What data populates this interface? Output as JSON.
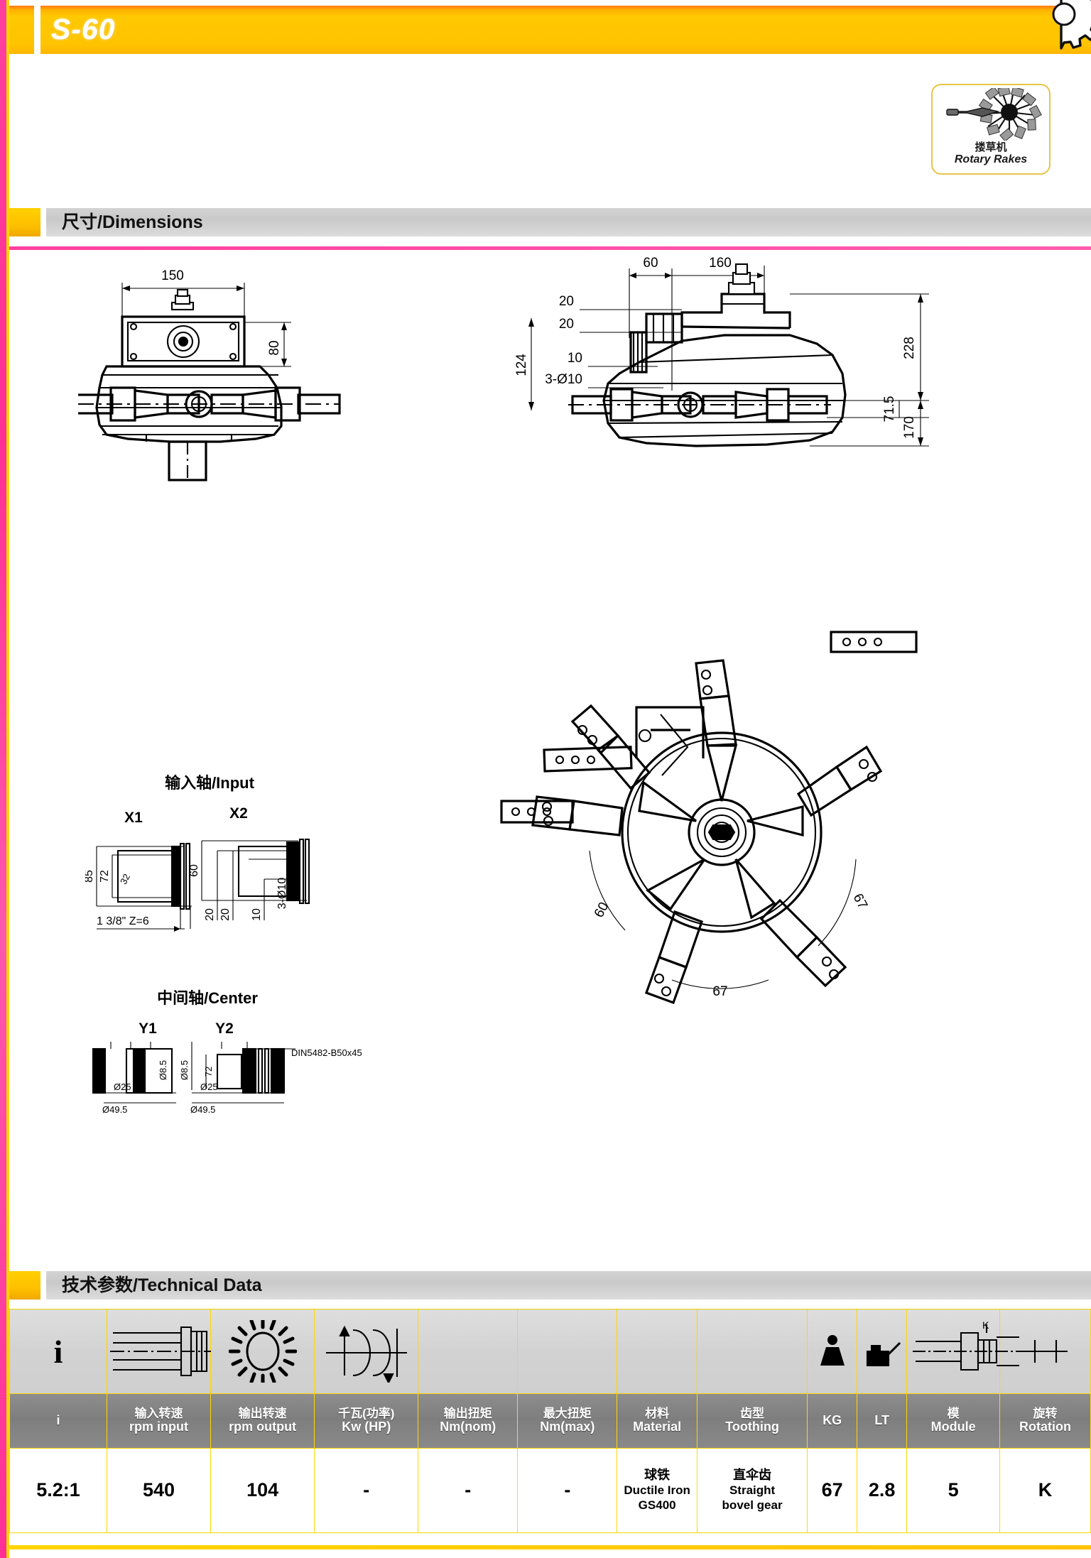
{
  "header": {
    "title": "S-60",
    "cog_icon": "gear-cog-decor"
  },
  "logo": {
    "icon": "rotary-rake-icon",
    "cn": "搂草机",
    "en": "Rotary Rakes"
  },
  "sections": {
    "dimensions": "尺寸/Dimensions",
    "technical": "技术参数/Technical Data"
  },
  "watermark": "",
  "drawings": {
    "front_view": {
      "name": "gearbox-front-view",
      "dims": [
        "150",
        "80"
      ]
    },
    "side_view": {
      "name": "gearbox-side-view",
      "dims": [
        "60",
        "160",
        "20",
        "20",
        "10",
        "3-ø10",
        "124",
        "228",
        "71.5",
        "170"
      ]
    },
    "input_shaft": {
      "title": "输入轴/Input",
      "variants": [
        "X1",
        "X2"
      ],
      "x1_dims": [
        "85",
        "72",
        "32"
      ],
      "x1_note": "1 3/8\" Z=6",
      "x2_dims": [
        "60",
        "20",
        "20",
        "10",
        "3-ø10"
      ]
    },
    "center_shaft": {
      "title": "中间轴/Center",
      "variants": [
        "Y1",
        "Y2"
      ],
      "y1_dims": [
        "ø8.5",
        "ø25",
        "ø49.5"
      ],
      "y2_dims": [
        "ø8.5",
        "72",
        "ø25",
        "ø49.5"
      ],
      "y2_note": "DIN5482-B50x45"
    },
    "plan_view": {
      "name": "rotary-rake-plan-view",
      "angles": [
        "67",
        "60",
        "67"
      ]
    }
  },
  "chart_data": {
    "type": "table",
    "title": "技术参数/Technical Data",
    "columns": [
      {
        "icon": "ratio-i-icon",
        "cn": "",
        "en": "i"
      },
      {
        "icon": "input-shaft-icon",
        "cn": "输入转速",
        "en": "rpm input"
      },
      {
        "icon": "sun-gear-icon",
        "cn": "输出转速",
        "en": "rpm output"
      },
      {
        "icon": "power-curve-icon",
        "cn": "千瓦(功率)",
        "en": "Kw (HP)"
      },
      {
        "icon": "torque-nom-icon",
        "cn": "输出扭矩",
        "en": "Nm(nom)"
      },
      {
        "icon": "torque-max-icon",
        "cn": "最大扭矩",
        "en": "Nm(max)"
      },
      {
        "icon": "material-icon",
        "cn": "材料",
        "en": "Material"
      },
      {
        "icon": "toothing-icon",
        "cn": "齿型",
        "en": "Toothing"
      },
      {
        "icon": "weight-icon",
        "cn": "",
        "en": "KG"
      },
      {
        "icon": "oil-can-icon",
        "cn": "",
        "en": "LT"
      },
      {
        "icon": "module-icon",
        "cn": "模",
        "en": "Module"
      },
      {
        "icon": "rotation-icon",
        "cn": "旋转",
        "en": "Rotation"
      }
    ],
    "values": [
      {
        "main": "5.2:1"
      },
      {
        "main": "540"
      },
      {
        "main": "104"
      },
      {
        "main": "-"
      },
      {
        "main": "-"
      },
      {
        "main": "-"
      },
      {
        "cn": "球铁",
        "l1": "Ductile Iron",
        "l2": "GS400"
      },
      {
        "cn": "直伞齿",
        "l1": "Straight",
        "l2": "bovel gear"
      },
      {
        "main": "67"
      },
      {
        "main": "2.8"
      },
      {
        "main": "5"
      },
      {
        "main": "K"
      }
    ]
  },
  "colors": {
    "brand_yellow": "#ffc400",
    "accent_pink": "#ff3fa0",
    "header_grey": "#d3d3d3",
    "table_head_grey": "#808080"
  }
}
